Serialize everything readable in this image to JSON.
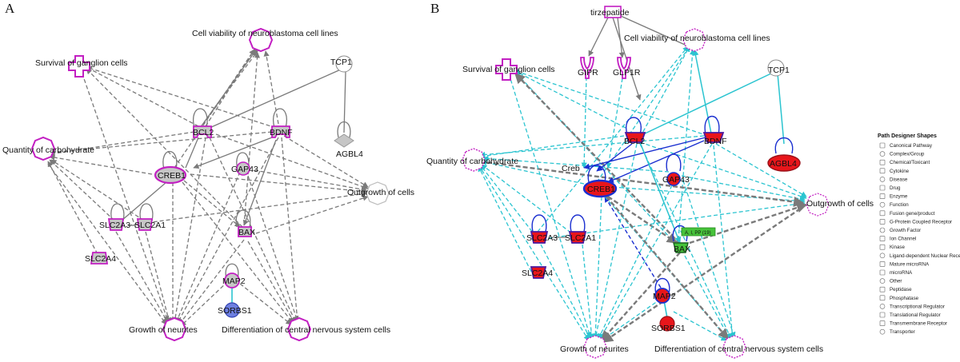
{
  "panels": {
    "a": {
      "letter": "A",
      "labels": {
        "cell_viability": "Cell viability of neuroblastoma cell lines",
        "survival": "Survival of ganglion cells",
        "tcp1": "TCP1",
        "quantity": "Quantity of carbohydrate",
        "bcl2": "BCL2",
        "bdnf": "BDNF",
        "creb1": "CREB1",
        "gap43": "GAP43",
        "agbl4": "AGBL4",
        "outgrowth": "Outgrowth of cells",
        "slc2a3": "SLC2A3",
        "slc2a1": "SLC2A1",
        "bax": "BAX",
        "slc2a4": "SLC2A4",
        "map2": "MAP2",
        "sorbs1": "SORBS1",
        "growth": "Growth of neurites",
        "differentiation": "Differentiation of central nervous system cells"
      }
    },
    "b": {
      "letter": "B",
      "labels": {
        "tirzepatide": "tirzepatide",
        "cell_viability": "Cell viability of neuroblastoma cell lines",
        "survival": "Survival of ganglion cells",
        "gipr": "GIPR",
        "glp1r": "GLP1R",
        "tcp1": "TCP1",
        "quantity": "Quantity of carbohydrate",
        "bcl2": "BCL2",
        "bdnf": "BDNF",
        "agbl4": "AGBL4",
        "creb": "Creb",
        "creb1": "CREB1",
        "gap43": "GAP43",
        "outgrowth": "Outgrowth of cells",
        "edge_tag": "A, I, PP (19)",
        "slc2a3": "SLC2A3",
        "slc2a1": "SLC2A1",
        "bax": "BAX",
        "slc2a4": "SLC2A4",
        "map2": "MAP2",
        "sorbs1": "SORBS1",
        "growth": "Growth of neurites",
        "differentiation": "Differentiation of central nervous system cells"
      }
    }
  },
  "legend": {
    "title": "Path Designer Shapes",
    "items": [
      "Canonical Pathway",
      "Complex/Group",
      "Chemical/Toxicant",
      "Cytokine",
      "Disease",
      "Drug",
      "Enzyme",
      "Function",
      "Fusion gene/product",
      "G-Protein Coupled Receptor",
      "Growth Factor",
      "Ion Channel",
      "Kinase",
      "Ligand-dependent Nuclear Receptor",
      "Mature microRNA",
      "microRNA",
      "Other",
      "Peptidase",
      "Phosphatase",
      "Transcriptional Regulator",
      "Translational Regulator",
      "Transmembrane Receptor",
      "Transporter"
    ]
  },
  "colors": {
    "magenta": "#c21fc2",
    "node_grey": "#c6c6c6",
    "node_red": "#e8161b",
    "node_green": "#46c23a",
    "node_blue": "#6d7fe0",
    "edge_grey": "#7a7a7a",
    "edge_cyan": "#2bc4d0",
    "edge_blue": "#1a2fd0"
  }
}
